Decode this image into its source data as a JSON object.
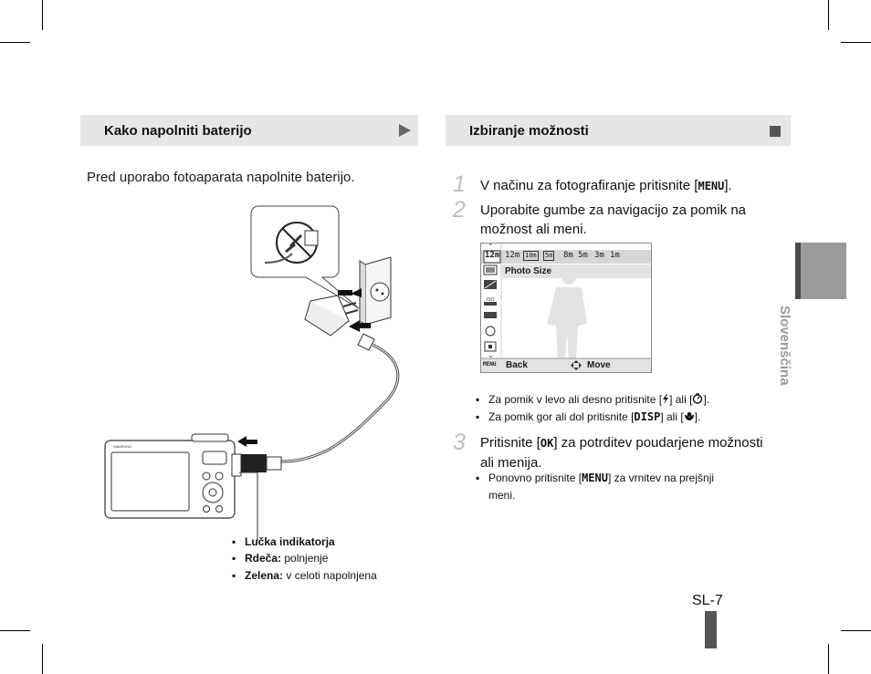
{
  "left_section": {
    "header": "Kako napolniti baterijo",
    "intro": "Pred uporabo fotoaparata napolnite baterijo.",
    "camera_brand": "SAMSUNG",
    "legend": [
      {
        "label": "Lučka indikatorja",
        "desc": ""
      },
      {
        "label": "Rdeča:",
        "desc": "polnjenje"
      },
      {
        "label": "Zelena:",
        "desc": "v celoti napolnjena"
      }
    ]
  },
  "right_section": {
    "header": "Izbiranje možnosti",
    "step1": {
      "num": "1",
      "text_a": "V načinu za fotografiranje pritisnite [",
      "key": "MENU",
      "text_b": "]."
    },
    "step2": {
      "num": "2",
      "line1": "Uporabite gumbe za navigacijo za pomik na",
      "line2": "možnost ali meni."
    },
    "screen": {
      "sizes": [
        "12m",
        "12m",
        "10m",
        "5m",
        "8m",
        "5m",
        "3m",
        "1m"
      ],
      "selected_label": "Photo Size",
      "back_key": "MENU",
      "back_label": "Back",
      "move_label": "Move"
    },
    "bullets": [
      {
        "text_a": "Za pomik v levo ali desno pritisnite [",
        "mid": "] ali [",
        "text_b": "]."
      },
      {
        "text_a": "Za pomik gor ali dol pritisnite [",
        "key": "DISP",
        "mid": "] ali [",
        "text_b": "]."
      }
    ],
    "step3": {
      "num": "3",
      "text_a": "Pritisnite [",
      "key": "OK",
      "text_b": "] za potrditev poudarjene možnosti",
      "line2": "ali menija."
    },
    "step3_bullet": {
      "text_a": "Ponovno pritisnite [",
      "key": "MENU",
      "text_b": "] za vrnitev na prejšnji",
      "line2": "meni."
    }
  },
  "sidebar": {
    "language": "Slovenščina"
  },
  "footer": {
    "page": "SL-7"
  }
}
